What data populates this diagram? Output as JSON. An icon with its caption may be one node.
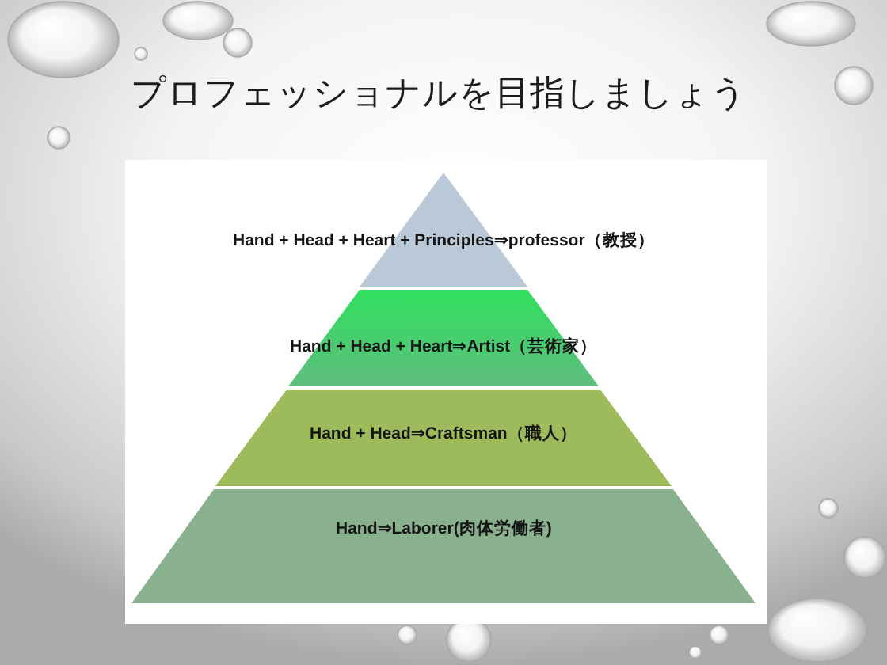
{
  "diagram": {
    "title": "プロフェッショナルを目指しましょう",
    "nodes": [
      {
        "text": [
          "Hand + Head + Heart + Principles⇒professor（教授）"
        ]
      },
      {
        "text": [
          "Hand + Head + Heart⇒Artist（芸術家）"
        ]
      },
      {
        "text": [
          "Hand + Head⇒Craftsman（職人）"
        ]
      },
      {
        "text": [
          "Hand⇒Laborer(肉体労働者)"
        ]
      }
    ]
  }
}
